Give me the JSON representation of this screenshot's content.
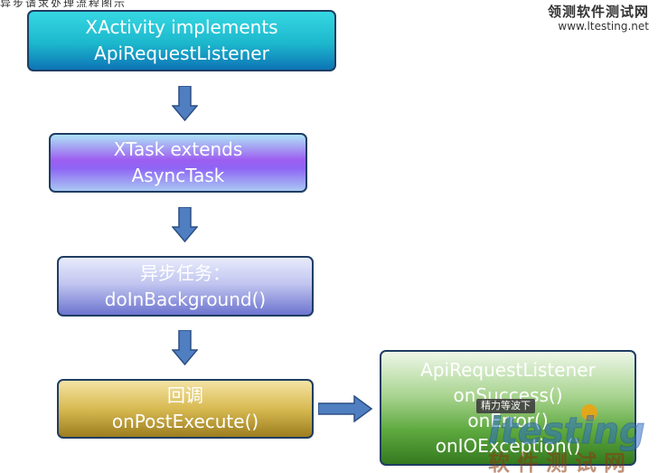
{
  "header": {
    "partial_caption": "异步请求处理流程图示"
  },
  "watermark": {
    "site_name": "领测软件测试网",
    "url": "www.ltesting.net"
  },
  "nodes": [
    {
      "id": "b1",
      "lines": [
        "XActivity implements",
        "ApiRequestListener"
      ]
    },
    {
      "id": "b2",
      "lines": [
        "XTask extends",
        "AsyncTask"
      ]
    },
    {
      "id": "b3",
      "lines": [
        "异步任务：",
        "doInBackground()"
      ]
    },
    {
      "id": "b4",
      "lines": [
        "回调",
        "onPostExecute()"
      ]
    },
    {
      "id": "b5",
      "lines": [
        "ApiRequestListener",
        "onSuccess()",
        "onError()",
        "onIOException()"
      ]
    }
  ],
  "tooltip": "精力等波下",
  "logo_text": "ltesting",
  "logo_subtext": "软件测试网",
  "colors": {
    "arrow_fill": "#4f7fc1",
    "arrow_stroke": "#2d4f84",
    "border": "#1f3d63"
  }
}
